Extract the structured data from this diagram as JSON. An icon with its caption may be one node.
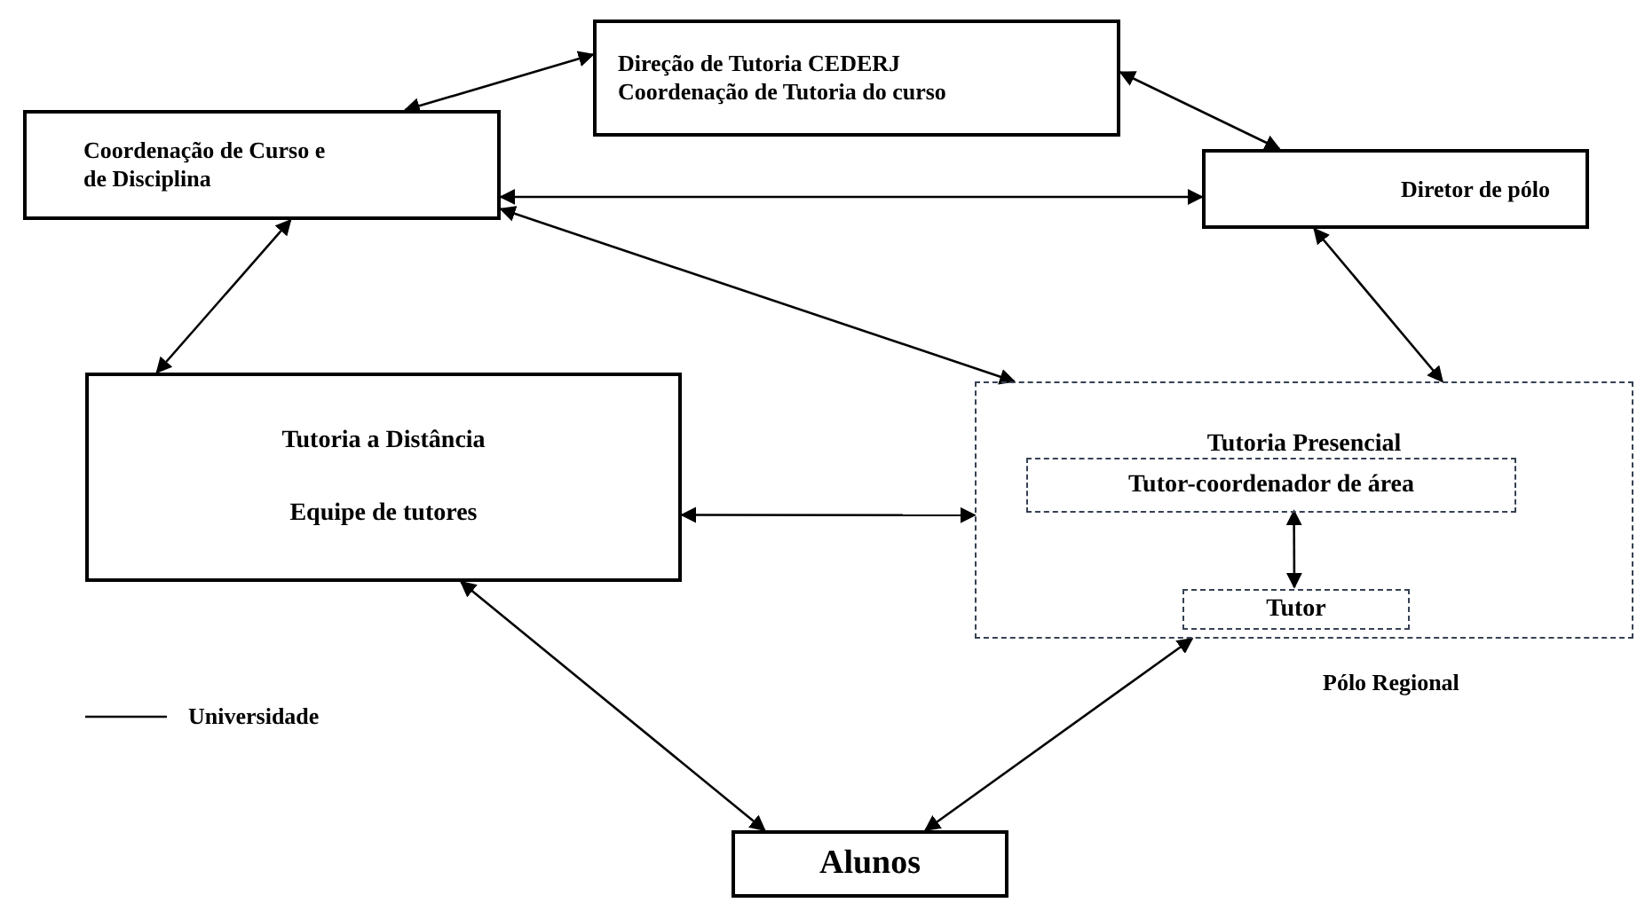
{
  "diagram": {
    "nodes": [
      {
        "text": [
          "Direção de Tutoria CEDERJ",
          "Coordenação de Tutoria  do curso"
        ]
      },
      {
        "text": [
          "Coordenação de Curso e de Disciplina"
        ]
      },
      {
        "text": [
          "Diretor de pólo"
        ]
      },
      {
        "text": [
          "Tutoria a Distância",
          "Equipe de tutores"
        ]
      },
      {
        "text": [
          "Tutoria Presencial"
        ],
        "beside": [
          "Pólo Regional"
        ]
      },
      {
        "text": [
          "Tutor-coordenador de área"
        ],
        "in": 4
      },
      {
        "text": [
          "Tutor"
        ],
        "in": 4
      },
      {
        "text": [
          "Alunos"
        ]
      }
    ],
    "edges": [
      {
        "from": 1,
        "to": 0,
        "arrow": "both"
      },
      {
        "from": 0,
        "to": 2,
        "arrow": "both"
      },
      {
        "from": 1,
        "to": 2,
        "arrow": "both"
      },
      {
        "from": 1,
        "to": 3,
        "arrow": "both"
      },
      {
        "from": 1,
        "to": 4,
        "arrow": "both"
      },
      {
        "from": 2,
        "to": 4,
        "arrow": "both"
      },
      {
        "from": 3,
        "to": 4,
        "arrow": "both"
      },
      {
        "from": 5,
        "to": 6,
        "arrow": "both"
      },
      {
        "from": 3,
        "to": 7,
        "arrow": "both"
      },
      {
        "from": 4,
        "to": 7,
        "arrow": "both"
      }
    ],
    "legend": [
      {
        "text": "Universidade"
      }
    ]
  }
}
